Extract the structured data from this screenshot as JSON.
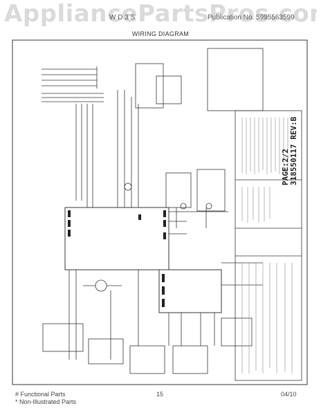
{
  "watermark": "AppliancePartsPros.com",
  "header": {
    "left": "W D 3 S",
    "right": "Publication No. 5995563599"
  },
  "title": "WIRING DIAGRAM",
  "revision": {
    "code": "318550117 REV:B",
    "page": "PAGE:2/2"
  },
  "footer": {
    "functional": "# Functional Parts",
    "non_illustrated": "* Non-Illustrated Parts",
    "page_number": "15",
    "date": "04/10"
  },
  "colors": {
    "line": "#333333",
    "watermark": "#969696"
  }
}
